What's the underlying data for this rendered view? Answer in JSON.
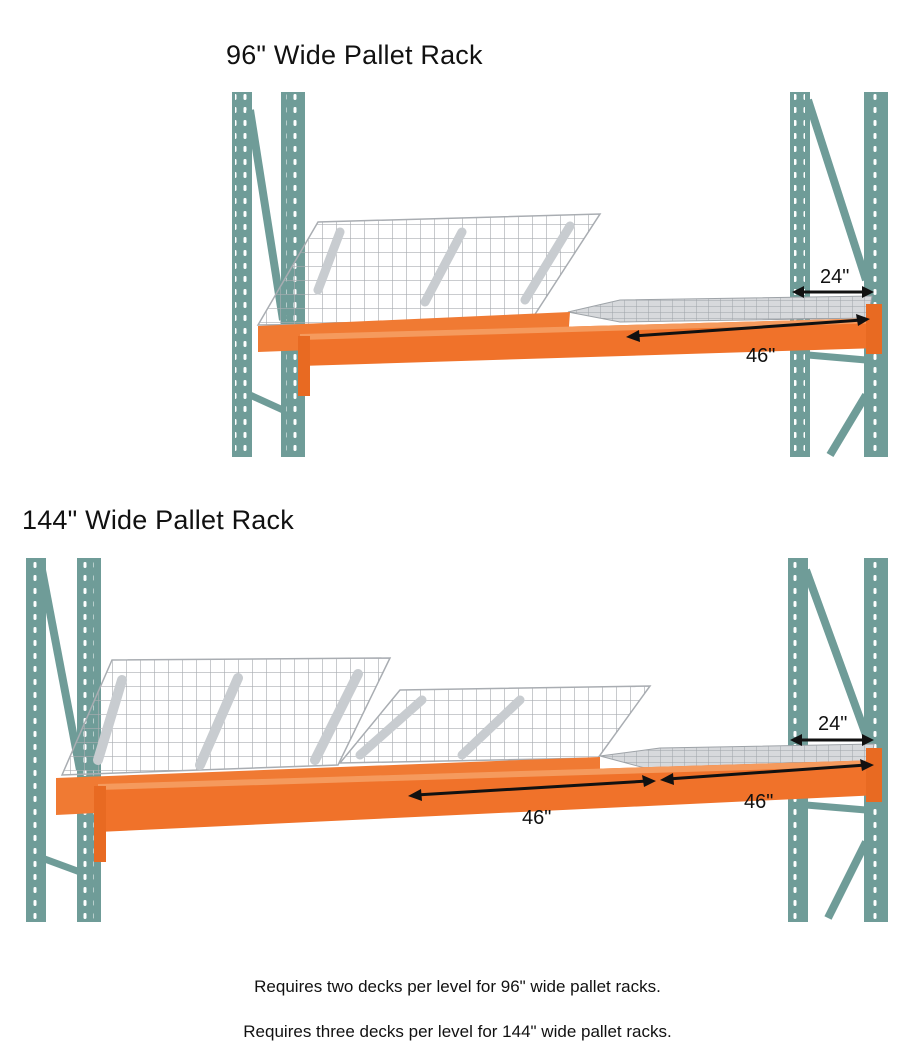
{
  "rack96": {
    "title": "96\" Wide Pallet Rack",
    "dim_depth": "24\"",
    "dim_width": "46\""
  },
  "rack144": {
    "title": "144\" Wide Pallet Rack",
    "dim_depth": "24\"",
    "dim_width_left": "46\"",
    "dim_width_right": "46\""
  },
  "captions": {
    "line1": "Requires two decks per level for 96\" wide pallet racks.",
    "line2": "Requires three decks per level for 144\" wide pallet racks."
  },
  "colors": {
    "upright": "#6f9c98",
    "beam": "#f0722a",
    "wire": "#b8bcc0"
  }
}
